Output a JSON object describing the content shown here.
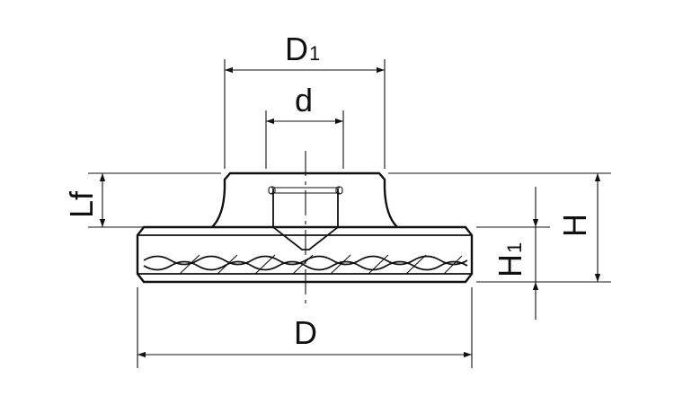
{
  "diagram": {
    "labels": {
      "D1": {
        "main": "D",
        "sub": "1"
      },
      "d": {
        "main": "d"
      },
      "Lf": {
        "main": "Lf"
      },
      "H": {
        "main": "H"
      },
      "H1": {
        "main": "H",
        "sub": "1"
      },
      "D": {
        "main": "D"
      }
    },
    "colors": {
      "stroke": "#111111",
      "background": "#ffffff"
    }
  }
}
